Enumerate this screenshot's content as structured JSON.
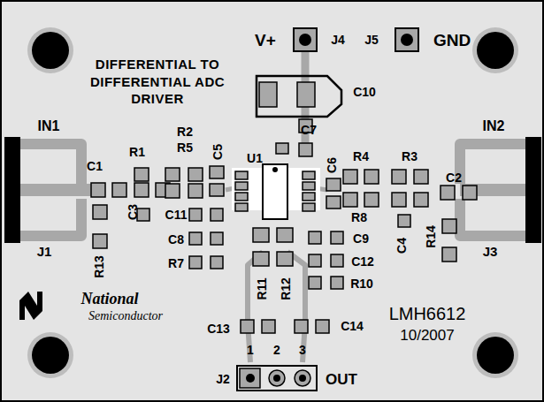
{
  "diagram": {
    "title": "DIFFERENTIAL TO DIFFERENTIAL ADC DRIVER",
    "labels": [
      "V+",
      "J4",
      "J5",
      "GND",
      "IN1",
      "IN2",
      "J1",
      "J3",
      "C1",
      "R1",
      "R2",
      "R5",
      "C5",
      "C7",
      "U1",
      "C6",
      "R4",
      "R3",
      "C2",
      "R8",
      "C3",
      "C11",
      "C8",
      "R7",
      "C9",
      "C12",
      "R10",
      "C4",
      "R14",
      "R13",
      "R11",
      "R12",
      "C10",
      "National",
      "Semiconductor",
      "LMH6612",
      "10/2007",
      "C13",
      "C14",
      "1",
      "2",
      "3",
      "J2",
      "OUT"
    ]
  }
}
